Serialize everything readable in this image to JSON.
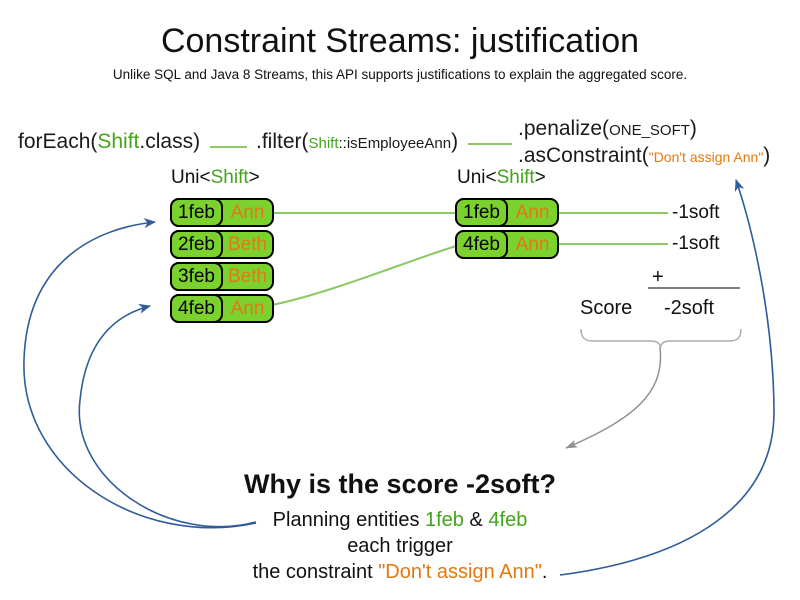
{
  "title": "Constraint Streams: justification",
  "subtitle": "Unlike SQL and Java 8 Streams, this API supports justifications to explain the aggregated score.",
  "code": {
    "foreach": {
      "pre": "forEach(",
      "type": "Shift",
      "post": ".class)"
    },
    "filter": {
      "pre": ".filter(",
      "type": "Shift",
      "arg": "::isEmployeeAnn",
      "post": ")"
    },
    "penalize": {
      "pre": ".penalize(",
      "arg": "ONE_SOFT",
      "post": ")"
    },
    "as_constraint": {
      "pre": ".asConstraint(",
      "arg": "\"Don't assign Ann\"",
      "post": ")"
    }
  },
  "streams": {
    "left": {
      "label": {
        "pre": "Uni<",
        "type": "Shift",
        "post": ">"
      },
      "rows": [
        {
          "date": "1feb",
          "name": "Ann"
        },
        {
          "date": "2feb",
          "name": "Beth"
        },
        {
          "date": "3feb",
          "name": "Beth"
        },
        {
          "date": "4feb",
          "name": "Ann"
        }
      ]
    },
    "right": {
      "label": {
        "pre": "Uni<",
        "type": "Shift",
        "post": ">"
      },
      "rows": [
        {
          "date": "1feb",
          "name": "Ann"
        },
        {
          "date": "4feb",
          "name": "Ann"
        }
      ]
    }
  },
  "scores": {
    "penalty_1feb": "-1soft",
    "penalty_4feb": "-1soft",
    "plus": "+",
    "label": "Score",
    "total": "-2soft"
  },
  "explanation": {
    "heading": "Why is the score -2soft?",
    "line1": {
      "pre": "Planning entities ",
      "entity1": "1feb",
      "amp": " & ",
      "entity2": "4feb"
    },
    "line2": "each trigger",
    "line3": {
      "pre": "the constraint ",
      "constraint": "\"Don't assign Ann\"",
      "post": "."
    }
  },
  "colors": {
    "green_box": "#7bd22e",
    "green_text": "#45a41d",
    "green_line": "#8cc863",
    "orange_text": "#e2790f",
    "blue_arrow": "#2e5c9a",
    "gray_arrow": "#919191",
    "gray_line": "#7f7f7f",
    "brace_gray": "#ababab"
  }
}
